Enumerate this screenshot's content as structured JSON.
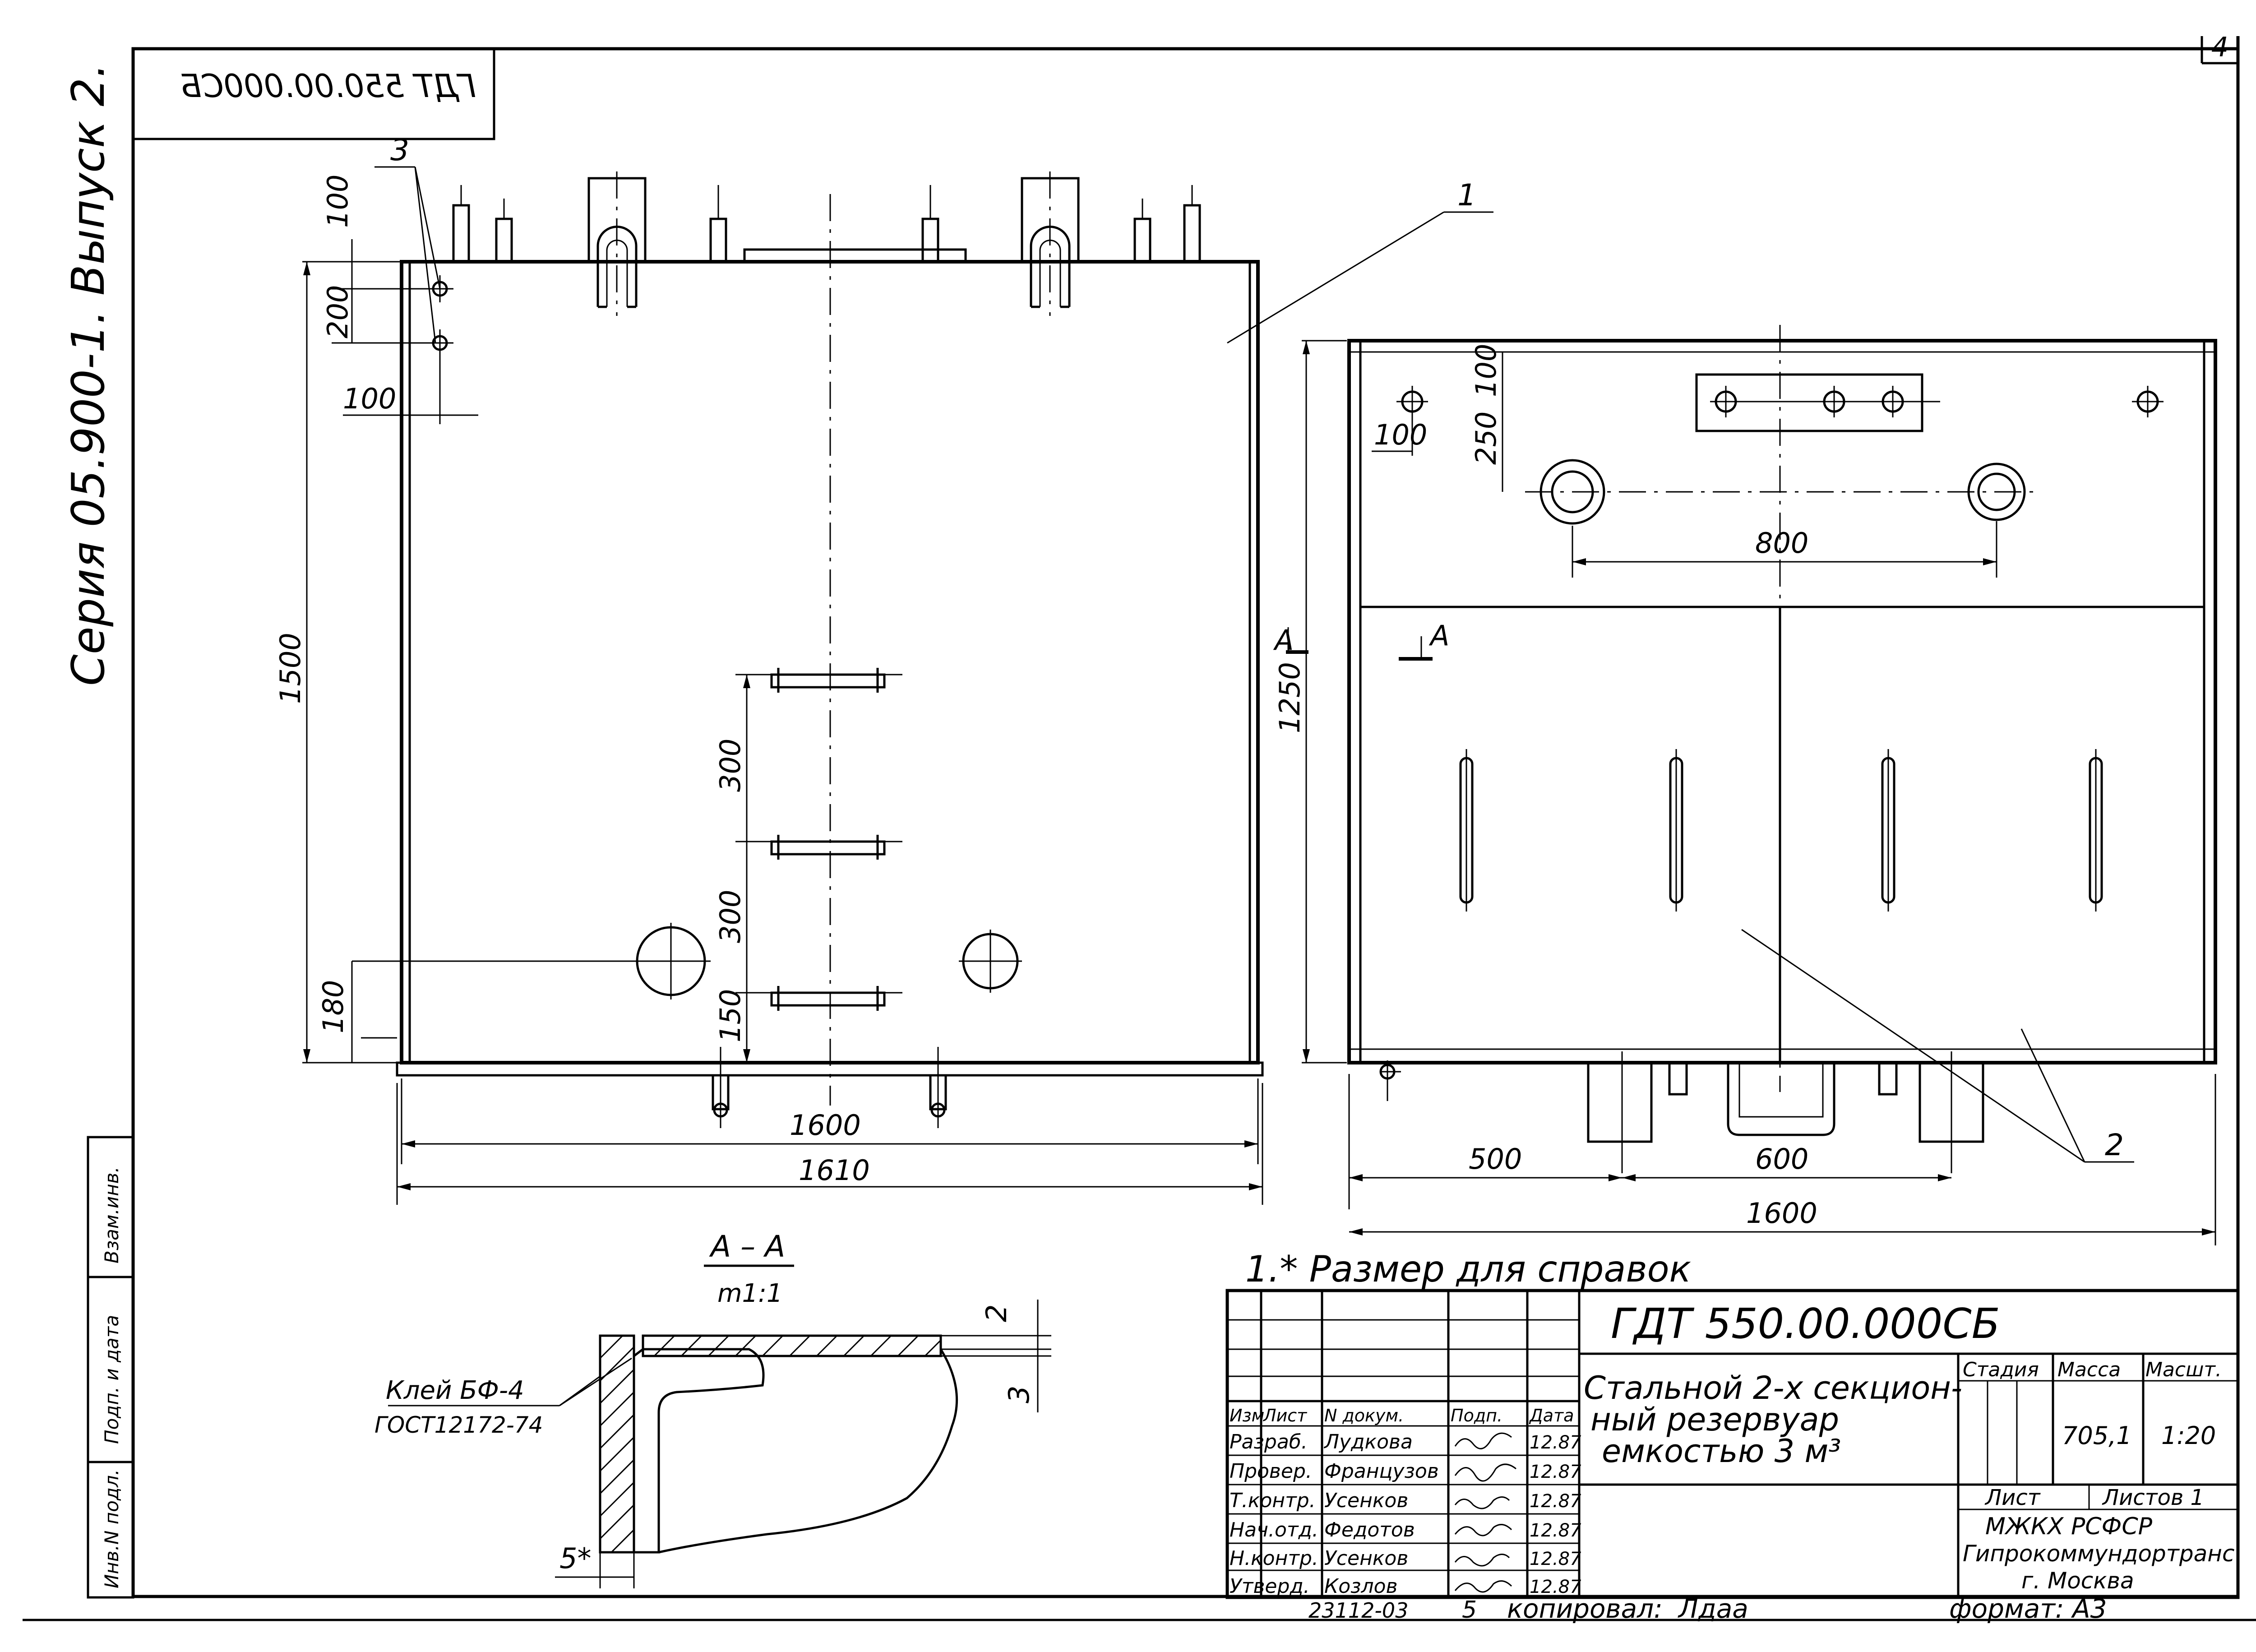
{
  "doc_code_top": "ГДТ 550.00.000СБ",
  "series_label": "Серия 05.900-1. Выпуск 2.",
  "page_number": "4",
  "callouts": {
    "c1": "1",
    "c2": "2",
    "c3": "3"
  },
  "section_mark": "А",
  "section_title": "А – А",
  "section_scale": "m1:1",
  "glue_label": "Клей БФ-4",
  "glue_standard": "ГОСТ12172-74",
  "front_dims": {
    "d100_top": "100",
    "d200": "200",
    "d100_side": "100",
    "d1500": "1500",
    "d300_a": "300",
    "d300_b": "300",
    "d150": "150",
    "d180": "180",
    "d1600": "1600",
    "d1610": "1610"
  },
  "top_dims": {
    "d100_v": "100",
    "d100_h": "100",
    "d250": "250",
    "d800": "800",
    "d1250": "1250",
    "d500": "500",
    "d600": "600",
    "d1600": "1600"
  },
  "section_dims": {
    "d2": "2",
    "d3": "3",
    "d5": "5*"
  },
  "note": "1.* Размер для справок",
  "title_block": {
    "doc_code": "ГДТ 550.00.000СБ",
    "name_line1": "Стальной 2-х секцион-",
    "name_line2": "ный резервуар",
    "name_line3": "емкостью 3 м³",
    "col_izm": "Изм",
    "col_list": "Лист",
    "col_ndok": "N докум.",
    "col_podp": "Подп.",
    "col_data": "Дата",
    "rows": [
      {
        "role": "Разраб.",
        "name": "Лудкова",
        "date": "12.87"
      },
      {
        "role": "Провер.",
        "name": "Французов",
        "date": "12.87"
      },
      {
        "role": "Т.контр.",
        "name": "Усенков",
        "date": "12.87"
      },
      {
        "role": "Нач.отд.",
        "name": "Федотов",
        "date": "12.87"
      },
      {
        "role": "Н.контр.",
        "name": "Усенков",
        "date": "12.87"
      },
      {
        "role": "Утверд.",
        "name": "Козлов",
        "date": "12.87"
      }
    ],
    "stage_label": "Стадия",
    "mass_label": "Масса",
    "scale_label": "Масшт.",
    "mass_value": "705,1",
    "scale_value": "1:20",
    "sheet_label": "Лист",
    "sheets_label": "Листов 1",
    "org_line1": "МЖКХ    РСФСР",
    "org_line2": "Гипрокоммундортранс",
    "org_line3": "г. Москва"
  },
  "bottom": {
    "code": "23112-03",
    "num": "5",
    "copied_label": "копировал:",
    "copied_sig": "Лдаа",
    "format_label": "формат: А3"
  },
  "side_stamp": {
    "inv_podl": "Инв.N подл.",
    "podp_data": "Подп. и дата",
    "vzam_inv": "Взам.инв."
  }
}
